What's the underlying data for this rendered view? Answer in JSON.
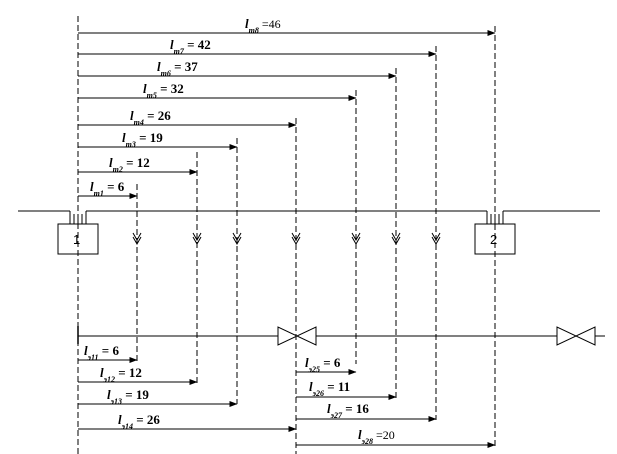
{
  "boxes": [
    {
      "label": "1"
    },
    {
      "label": "2"
    }
  ],
  "top_dims": [
    {
      "base": "l",
      "sub": "т1",
      "op": " = ",
      "value": "6"
    },
    {
      "base": "l",
      "sub": "т2",
      "op": " = ",
      "value": "12"
    },
    {
      "base": "l",
      "sub": "т3",
      "op": " = ",
      "value": "19"
    },
    {
      "base": "l",
      "sub": "т4",
      "op": " = ",
      "value": "26"
    },
    {
      "base": "l",
      "sub": "т5",
      "op": " = ",
      "value": "32"
    },
    {
      "base": "l",
      "sub": "т6",
      "op": " = ",
      "value": "37"
    },
    {
      "base": "l",
      "sub": "т7",
      "op": " = ",
      "value": "42"
    },
    {
      "base": "l",
      "sub": "т8",
      "op": " =",
      "value": "46"
    }
  ],
  "bottom_left_dims": [
    {
      "base": "l",
      "sub": "э11",
      "op": " = ",
      "value": "6"
    },
    {
      "base": "l",
      "sub": "э12",
      "op": " = ",
      "value": "12"
    },
    {
      "base": "l",
      "sub": "э13",
      "op": " = ",
      "value": "19"
    },
    {
      "base": "l",
      "sub": "э14",
      "op": " = ",
      "value": "26"
    }
  ],
  "bottom_right_dims": [
    {
      "base": "l",
      "sub": "э25",
      "op": " = ",
      "value": "6"
    },
    {
      "base": "l",
      "sub": "э26",
      "op": " = ",
      "value": "11"
    },
    {
      "base": "l",
      "sub": "э27",
      "op": " = ",
      "value": "16"
    },
    {
      "base": "l",
      "sub": "э28",
      "op": " =",
      "value": "20"
    }
  ]
}
